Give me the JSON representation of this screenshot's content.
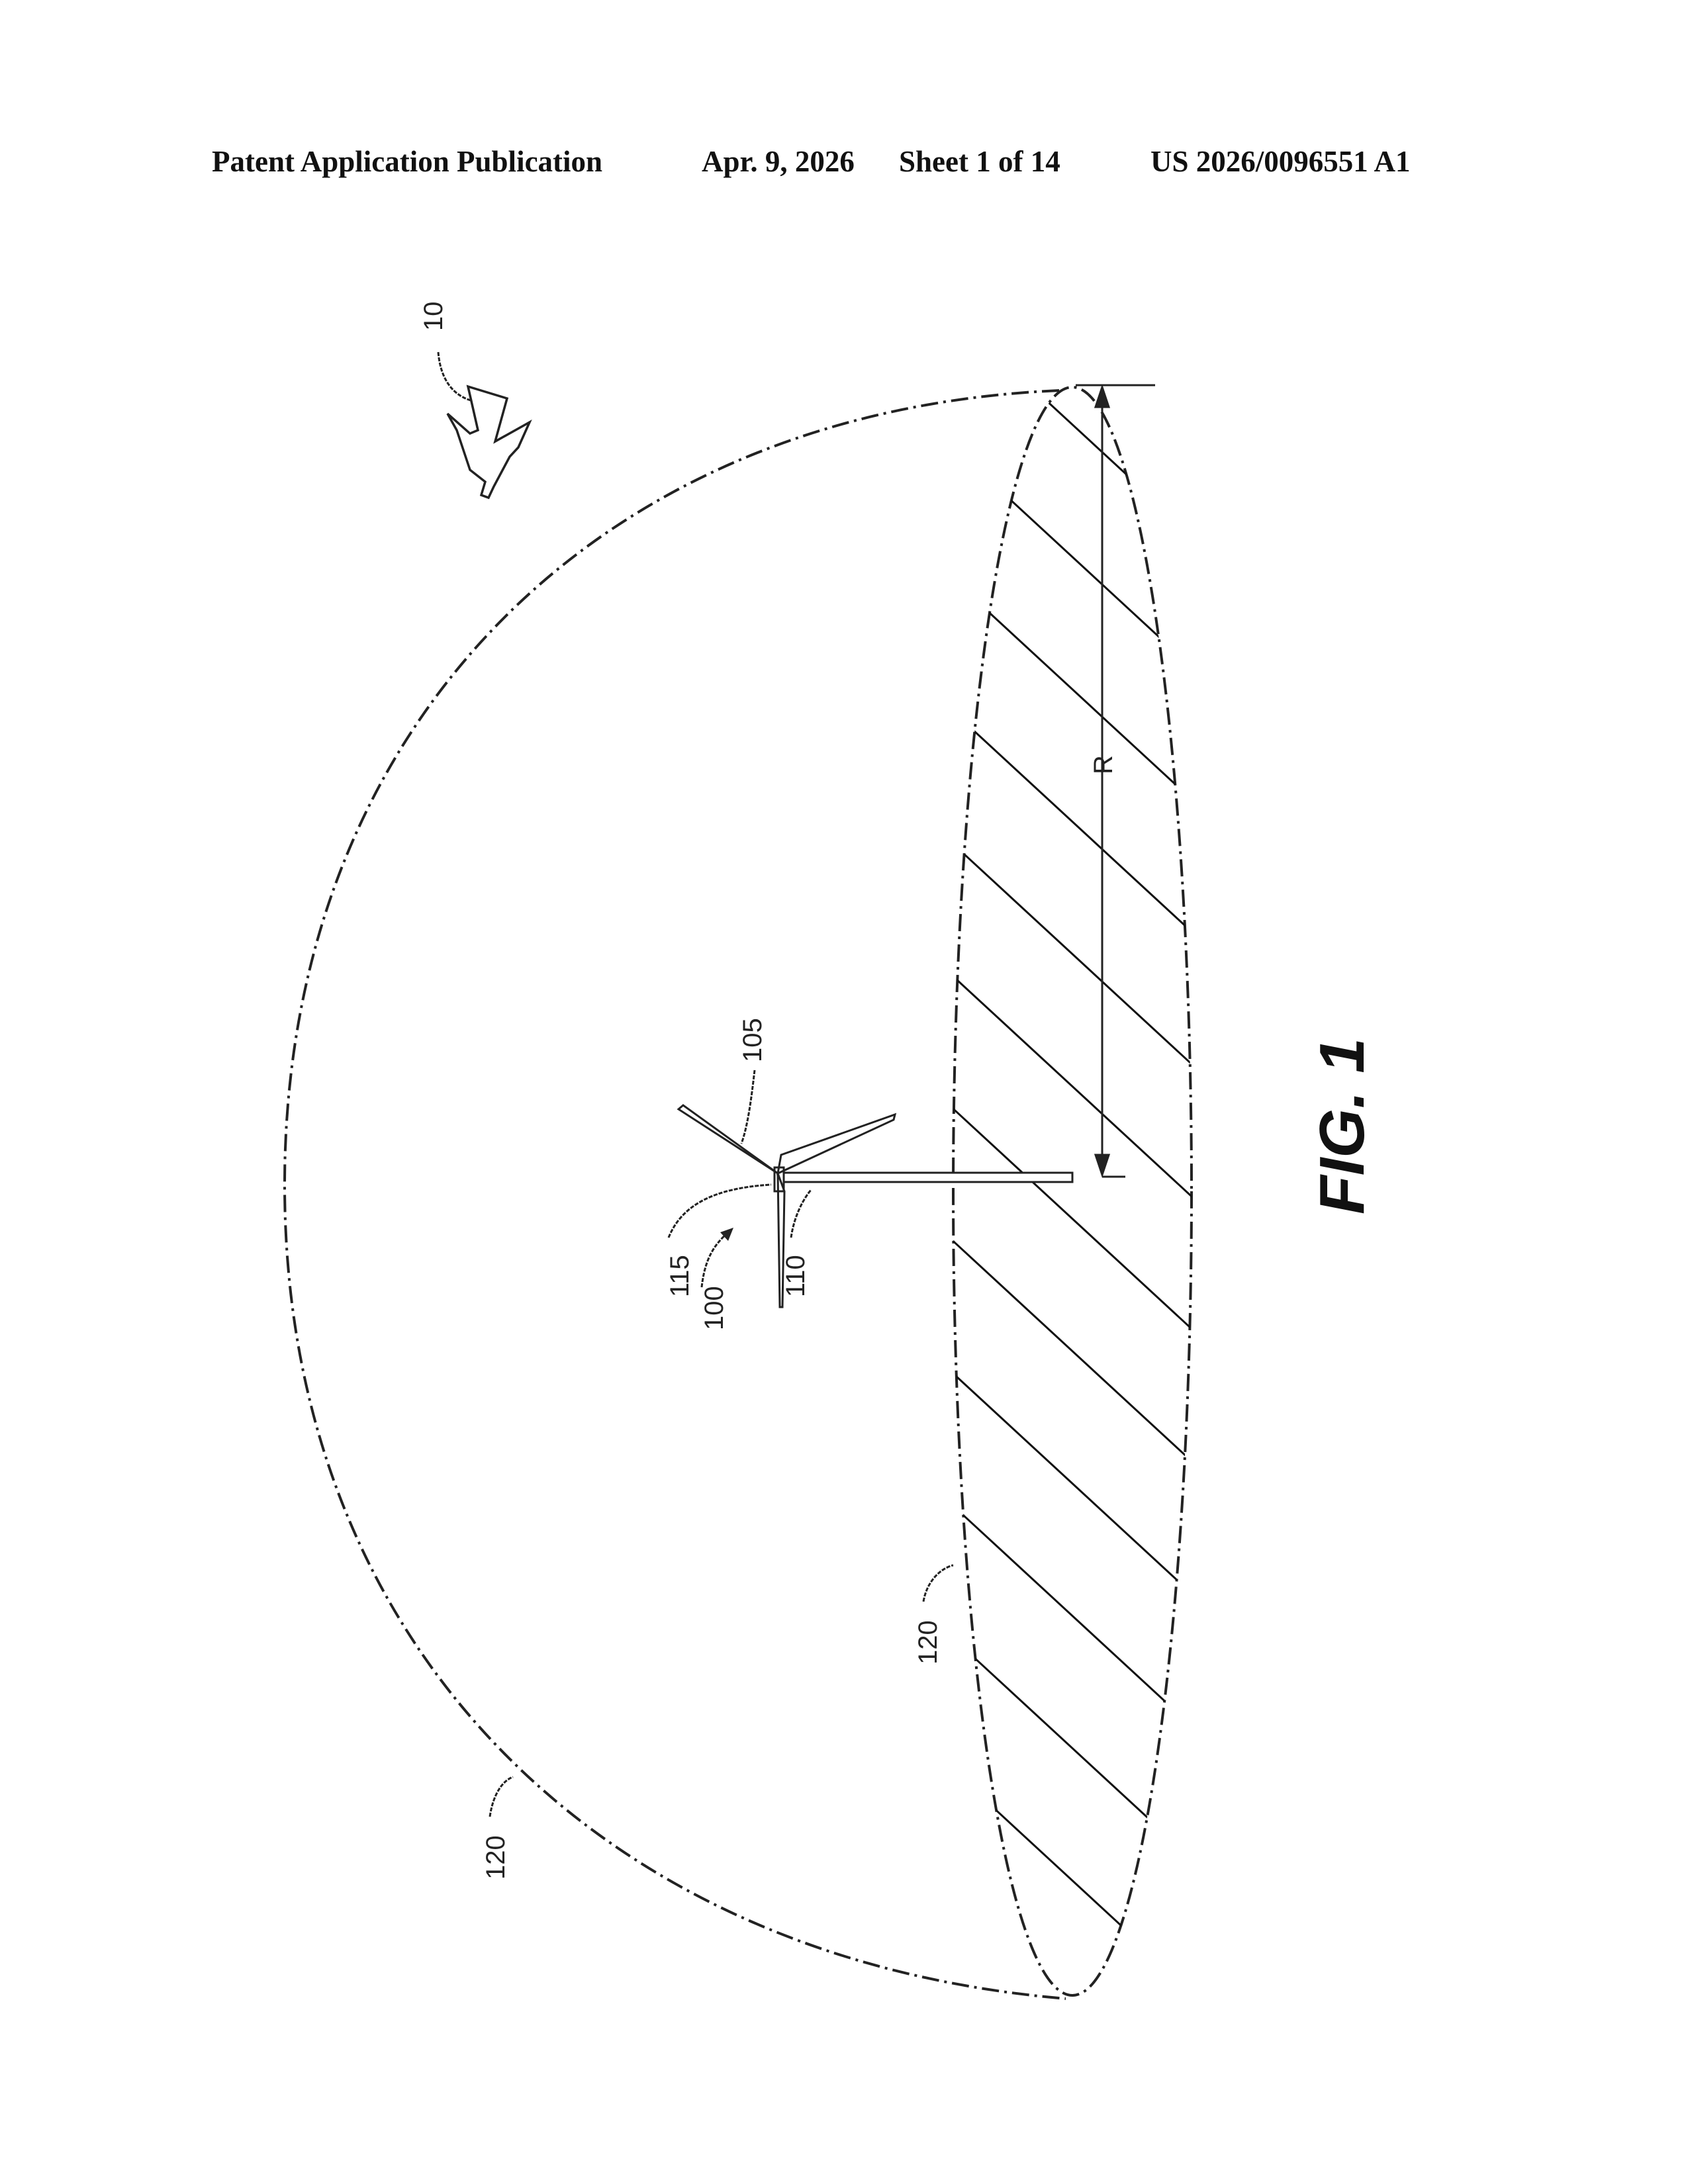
{
  "header": {
    "publication_type": "Patent Application Publication",
    "date": "Apr. 9, 2026",
    "sheet": "Sheet 1 of 14",
    "publication_number": "US 2026/0096551 A1"
  },
  "figure": {
    "label": "FIG. 1",
    "orientation": "rotated-90-ccw",
    "reference_numerals": {
      "bird": "10",
      "wind_turbine": "100",
      "blades": "105",
      "tower": "110",
      "nacelle": "115",
      "monitoring_zone_dome": "120",
      "monitoring_zone_base": "120",
      "radius": "R"
    }
  },
  "colors": {
    "ink": "#111111",
    "background": "#ffffff"
  }
}
